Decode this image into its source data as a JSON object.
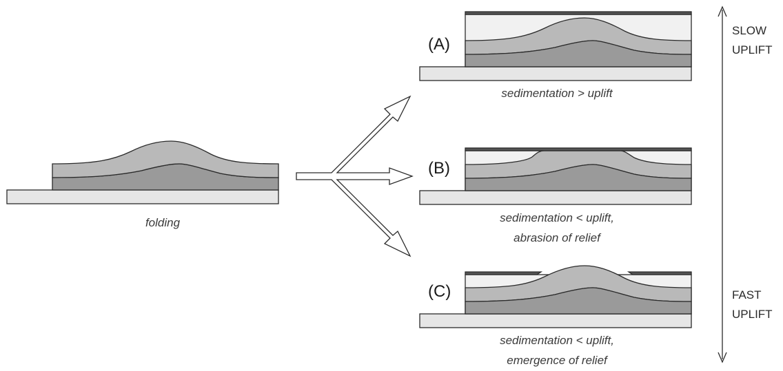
{
  "colors": {
    "base": "#e6e6e6",
    "fold_upper": "#b9b9b9",
    "fold_lower": "#9a9a9a",
    "sediment": "#f1f1f1",
    "cap": "#555555",
    "arrow_fill": "#ffffff",
    "line": "#2a2a2a"
  },
  "left": {
    "caption": "folding"
  },
  "panels": [
    {
      "label": "(A)",
      "caption_lines": [
        "sedimentation > uplift"
      ]
    },
    {
      "label": "(B)",
      "caption_lines": [
        "sedimentation < uplift,",
        "abrasion of relief"
      ]
    },
    {
      "label": "(C)",
      "caption_lines": [
        "sedimentation < uplift,",
        "emergence of relief"
      ]
    }
  ],
  "scale": {
    "top_lines": [
      "SLOW",
      "UPLIFT"
    ],
    "bottom_lines": [
      "FAST",
      "UPLIFT"
    ]
  }
}
